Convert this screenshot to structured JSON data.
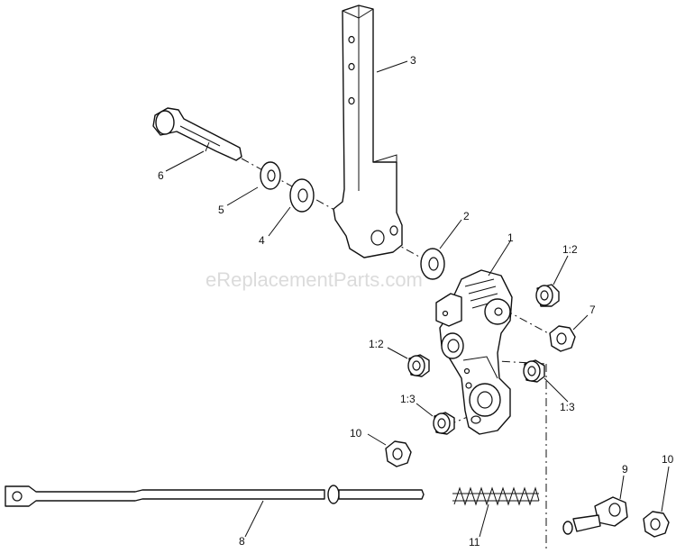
{
  "watermark": "eReplacementParts.com",
  "callouts": {
    "c1": "1",
    "c1_2a": "1:2",
    "c1_2b": "1:2",
    "c1_3a": "1:3",
    "c1_3b": "1:3",
    "c2": "2",
    "c3": "3",
    "c4": "4",
    "c5": "5",
    "c6": "6",
    "c7": "7",
    "c8": "8",
    "c9": "9",
    "c10a": "10",
    "c10b": "10",
    "c11": "11"
  }
}
